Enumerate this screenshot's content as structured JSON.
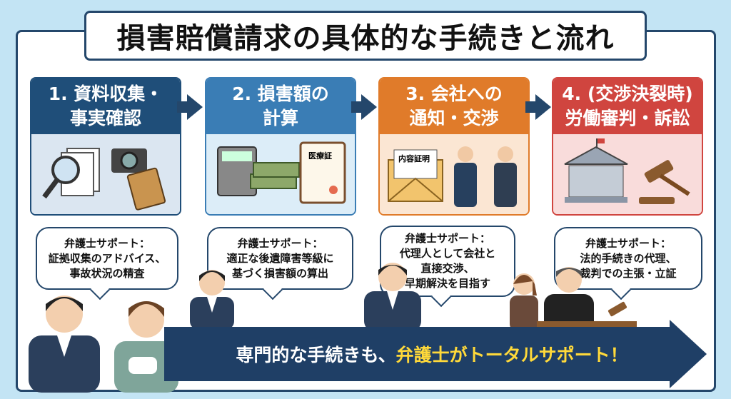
{
  "title": "損害賠償請求の具体的な手続きと流れ",
  "steps": [
    {
      "line1": "1. 資料収集・",
      "line2": "事実確認",
      "color": "#1f4e79",
      "tint": "#dbe6f1",
      "icons": [
        "magnifier-icon",
        "documents-icon",
        "camera-icon",
        "notebook-icon"
      ]
    },
    {
      "line1": "2. 損害額の",
      "line2": "計算",
      "color": "#3a7db5",
      "tint": "#dcedf8",
      "icons": [
        "calculator-icon",
        "cash-icon",
        "clipboard-icon"
      ],
      "doc_label": "医療証"
    },
    {
      "line1": "3. 会社への",
      "line2": "通知・交渉",
      "color": "#e07b2a",
      "tint": "#fbe6d3",
      "icons": [
        "envelope-icon",
        "handshake-icon"
      ],
      "doc_label": "内容証明"
    },
    {
      "line1": "4. (交渉決裂時)",
      "line2": "労働審判・訴訟",
      "color": "#d0453f",
      "tint": "#f9dcdb",
      "icons": [
        "courthouse-icon",
        "gavel-icon"
      ]
    }
  ],
  "bubbles": [
    {
      "heading": "弁護士サポート：",
      "lines": [
        "証拠収集のアドバイス、",
        "事故状況の精査"
      ]
    },
    {
      "heading": "弁護士サポート：",
      "lines": [
        "適正な後遺障害等級に",
        "基づく損害額の算出"
      ]
    },
    {
      "heading": "弁護士サポート：",
      "lines": [
        "代理人として会社と",
        "直接交渉、",
        "早期解決を目指す"
      ]
    },
    {
      "heading": "弁護士サポート：",
      "lines": [
        "法的手続きの代理、",
        "裁判での主張・立証"
      ]
    }
  ],
  "banner": {
    "part1": "専門的な手続きも、",
    "part2": "弁護士が",
    "part3": "トータルサポート！"
  }
}
